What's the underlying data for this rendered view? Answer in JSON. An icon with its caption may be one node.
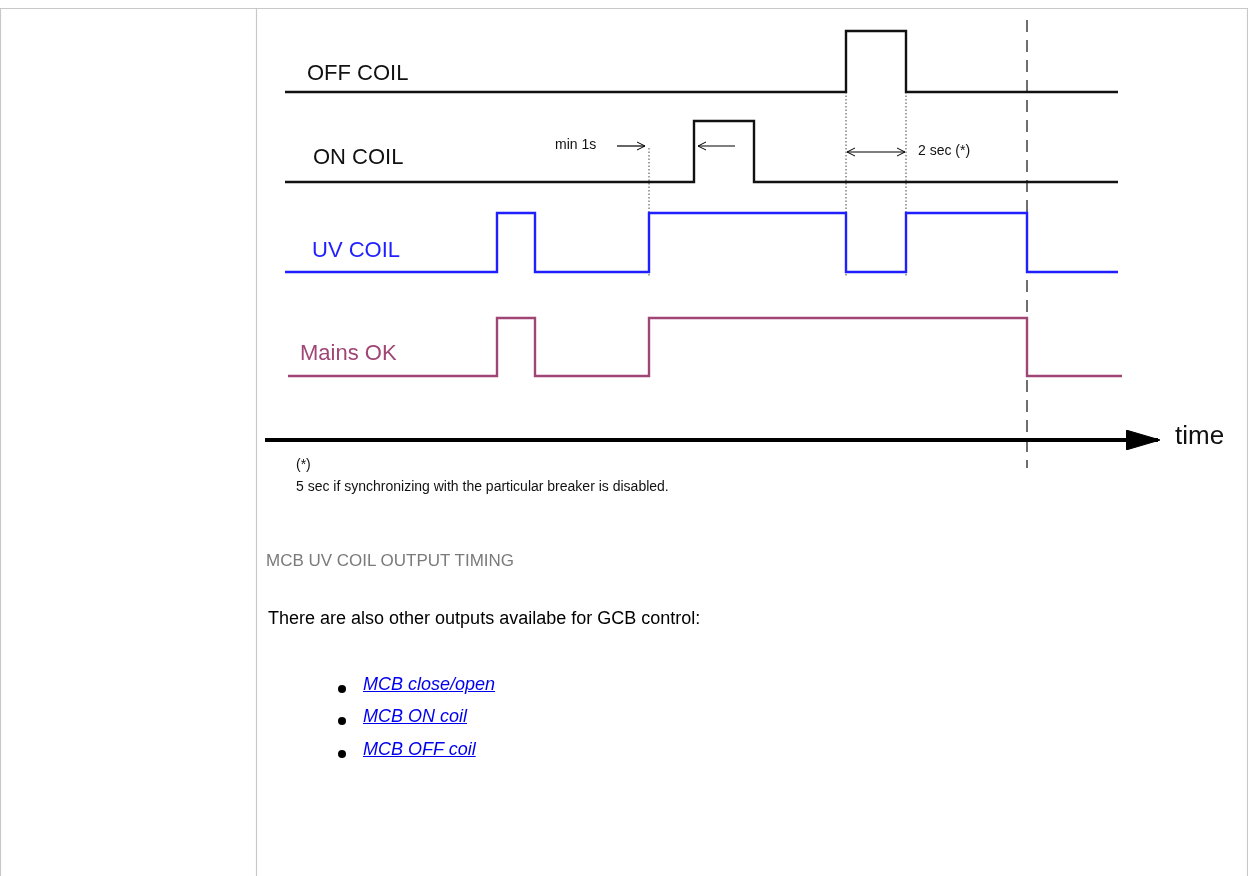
{
  "diagram": {
    "caption": "MCB UV COIL OUTPUT TIMING",
    "labels": [
      "OFF COIL",
      "min 1s",
      "ON COIL",
      "2 sec (*)",
      "UV COIL",
      "Mains OK",
      "time",
      "(*)",
      "5 sec if synchronizing with the particular breaker is disabled.",
      "There are also other outputs availabe for GCB control:",
      "MCB close/open",
      "MCB ON coil",
      "MCB OFF coil"
    ]
  }
}
